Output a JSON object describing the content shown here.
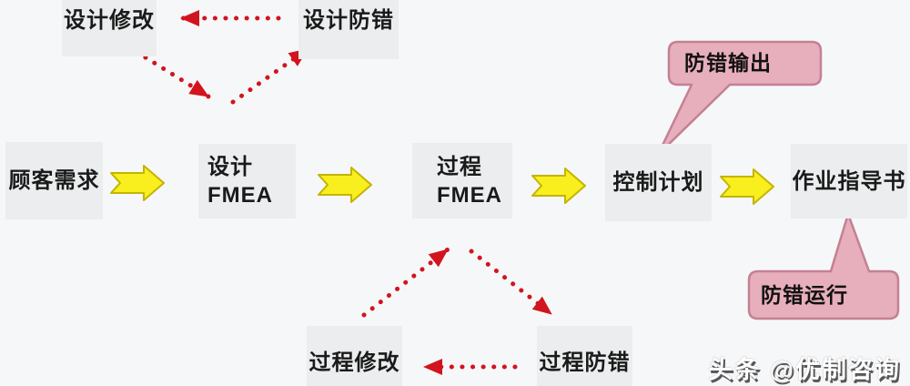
{
  "diagram": {
    "description_labels": {
      "type": "process-flow"
    }
  },
  "nodes": {
    "design_change": "设计修改",
    "design_errorproof": "设计防错",
    "customer_requirements": "顾客需求",
    "design_fmea": "设计\nFMEA",
    "process_fmea": "过程\nFMEA",
    "control_plan": "控制计划",
    "work_instruction": "作业指导书",
    "process_change": "过程修改",
    "process_errorproof": "过程防错"
  },
  "callouts": {
    "errorproof_output": "防错输出",
    "errorproof_run": "防错运行"
  },
  "watermark": "头条 @优制咨询",
  "colors": {
    "background": "#f6f7f9",
    "node_bg": "#ebedee",
    "node_text": "#1a1a1a",
    "flow_arrow_fill": "#f9ee1e",
    "flow_arrow_stroke": "#c4b400",
    "dotted_arrow_red": "#d2141e",
    "callout_fill": "#e7aebc",
    "callout_stroke": "#c48093",
    "watermark_text": "#ffffff"
  },
  "edges": {
    "solid_yellow": [
      {
        "from": "customer_requirements",
        "to": "design_fmea"
      },
      {
        "from": "design_fmea",
        "to": "process_fmea"
      },
      {
        "from": "process_fmea",
        "to": "control_plan"
      },
      {
        "from": "control_plan",
        "to": "work_instruction"
      }
    ],
    "dotted_red": [
      {
        "from": "design_errorproof",
        "to": "design_change"
      },
      {
        "from": "design_change",
        "to": "design_fmea"
      },
      {
        "from": "design_fmea",
        "to": "design_errorproof"
      },
      {
        "from": "process_change",
        "to": "process_fmea"
      },
      {
        "from": "process_fmea",
        "to": "process_errorproof"
      },
      {
        "from": "process_errorproof",
        "to": "process_change"
      }
    ],
    "callout_pointers": [
      {
        "from": "errorproof_output",
        "to": "control_plan"
      },
      {
        "from": "errorproof_run",
        "to": "work_instruction"
      }
    ]
  }
}
